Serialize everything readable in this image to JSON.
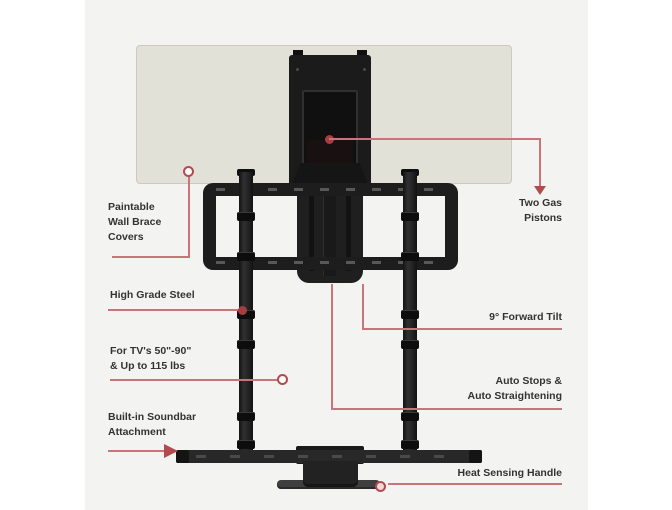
{
  "figure": {
    "description": "Pull-down TV wall mount product diagram with feature callouts",
    "colors": {
      "background": "#ffffff",
      "canvas": "#f3f3f2",
      "wall_board": "#e2e1d8",
      "metal": "#1e1e1e",
      "callout_line": "#c77578",
      "callout_marker": "#b34b4e"
    }
  },
  "callouts": {
    "left": [
      {
        "id": "paintable",
        "lines": [
          "Paintable",
          "Wall Brace",
          "Covers"
        ]
      },
      {
        "id": "steel",
        "lines": [
          "High Grade Steel"
        ]
      },
      {
        "id": "tvs",
        "lines": [
          "For TV's 50\"-90\"",
          "& Up to 115 lbs"
        ]
      },
      {
        "id": "soundbar",
        "lines": [
          "Built-in Soundbar",
          "Attachment"
        ]
      }
    ],
    "right": [
      {
        "id": "pistons",
        "lines": [
          "Two Gas",
          "Pistons"
        ]
      },
      {
        "id": "tilt",
        "lines": [
          "9° Forward Tilt"
        ]
      },
      {
        "id": "autostops",
        "lines": [
          "Auto Stops &",
          "Auto Straightening"
        ]
      },
      {
        "id": "handle",
        "lines": [
          "Heat Sensing Handle"
        ]
      }
    ]
  }
}
